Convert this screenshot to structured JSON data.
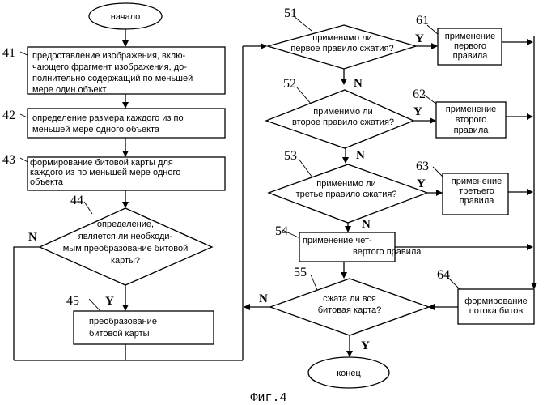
{
  "flowchart": {
    "start": "начало",
    "end": "конец",
    "steps": {
      "s41": {
        "ref": "41",
        "lines": [
          "предоставление изображения, вклю-",
          "чающего фрагмент изображения, до-",
          "полнительно содержащий по меньшей",
          "мере один объект"
        ]
      },
      "s42": {
        "ref": "42",
        "lines": [
          "определение размера каждого из по",
          "меньшей мере одного объекта"
        ]
      },
      "s43": {
        "ref": "43",
        "lines": [
          "формирование битовой карты для",
          "каждого из по меньшей мере одного",
          "объекта"
        ]
      },
      "s44": {
        "ref": "44",
        "lines": [
          "определение,",
          "является ли необходи-",
          "мым преобразование битовой",
          "карты?"
        ]
      },
      "s45": {
        "ref": "45",
        "lines": [
          "преобразование",
          "битовой карты"
        ]
      },
      "s51": {
        "ref": "51",
        "lines": [
          "применимо ли",
          "первое правило сжатия?"
        ]
      },
      "s52": {
        "ref": "52",
        "lines": [
          "применимо ли",
          "второе правило сжатия?"
        ]
      },
      "s53": {
        "ref": "53",
        "lines": [
          "применимо ли",
          "третье правило сжатия?"
        ]
      },
      "s54": {
        "ref": "54",
        "lines": [
          "применение чет-",
          "вертого правила"
        ]
      },
      "s55": {
        "ref": "55",
        "lines": [
          "сжата ли вся",
          "битовая карта?"
        ]
      },
      "s61": {
        "ref": "61",
        "lines": [
          "применение",
          "первого",
          "правила"
        ]
      },
      "s62": {
        "ref": "62",
        "lines": [
          "применение",
          "второго",
          "правила"
        ]
      },
      "s63": {
        "ref": "63",
        "lines": [
          "применение",
          "третьего",
          "правила"
        ]
      },
      "s64": {
        "ref": "64",
        "lines": [
          "формирование",
          "потока битов"
        ]
      }
    },
    "branch_labels": {
      "yes": "Y",
      "no": "N"
    },
    "caption": "Фиг.4"
  }
}
